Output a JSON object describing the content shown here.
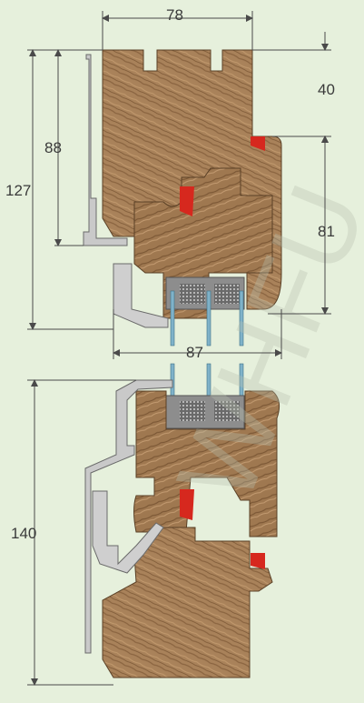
{
  "dimensions": {
    "width_top": "78",
    "top_offset": "40",
    "upper_sash_height": "88",
    "upper_total_height": "127",
    "glazing_height": "81",
    "mid_width": "87",
    "lower_total_height": "140"
  },
  "watermark": "WHFU",
  "colors": {
    "background": "#e6f0dc",
    "wood": "#a9825a",
    "wood_dark": "#7a5a3a",
    "aluminium": "#c9c9c9",
    "gasket": "#d6281e",
    "glass": "#7fb2c9",
    "dimension_line": "#4a4a4a"
  }
}
